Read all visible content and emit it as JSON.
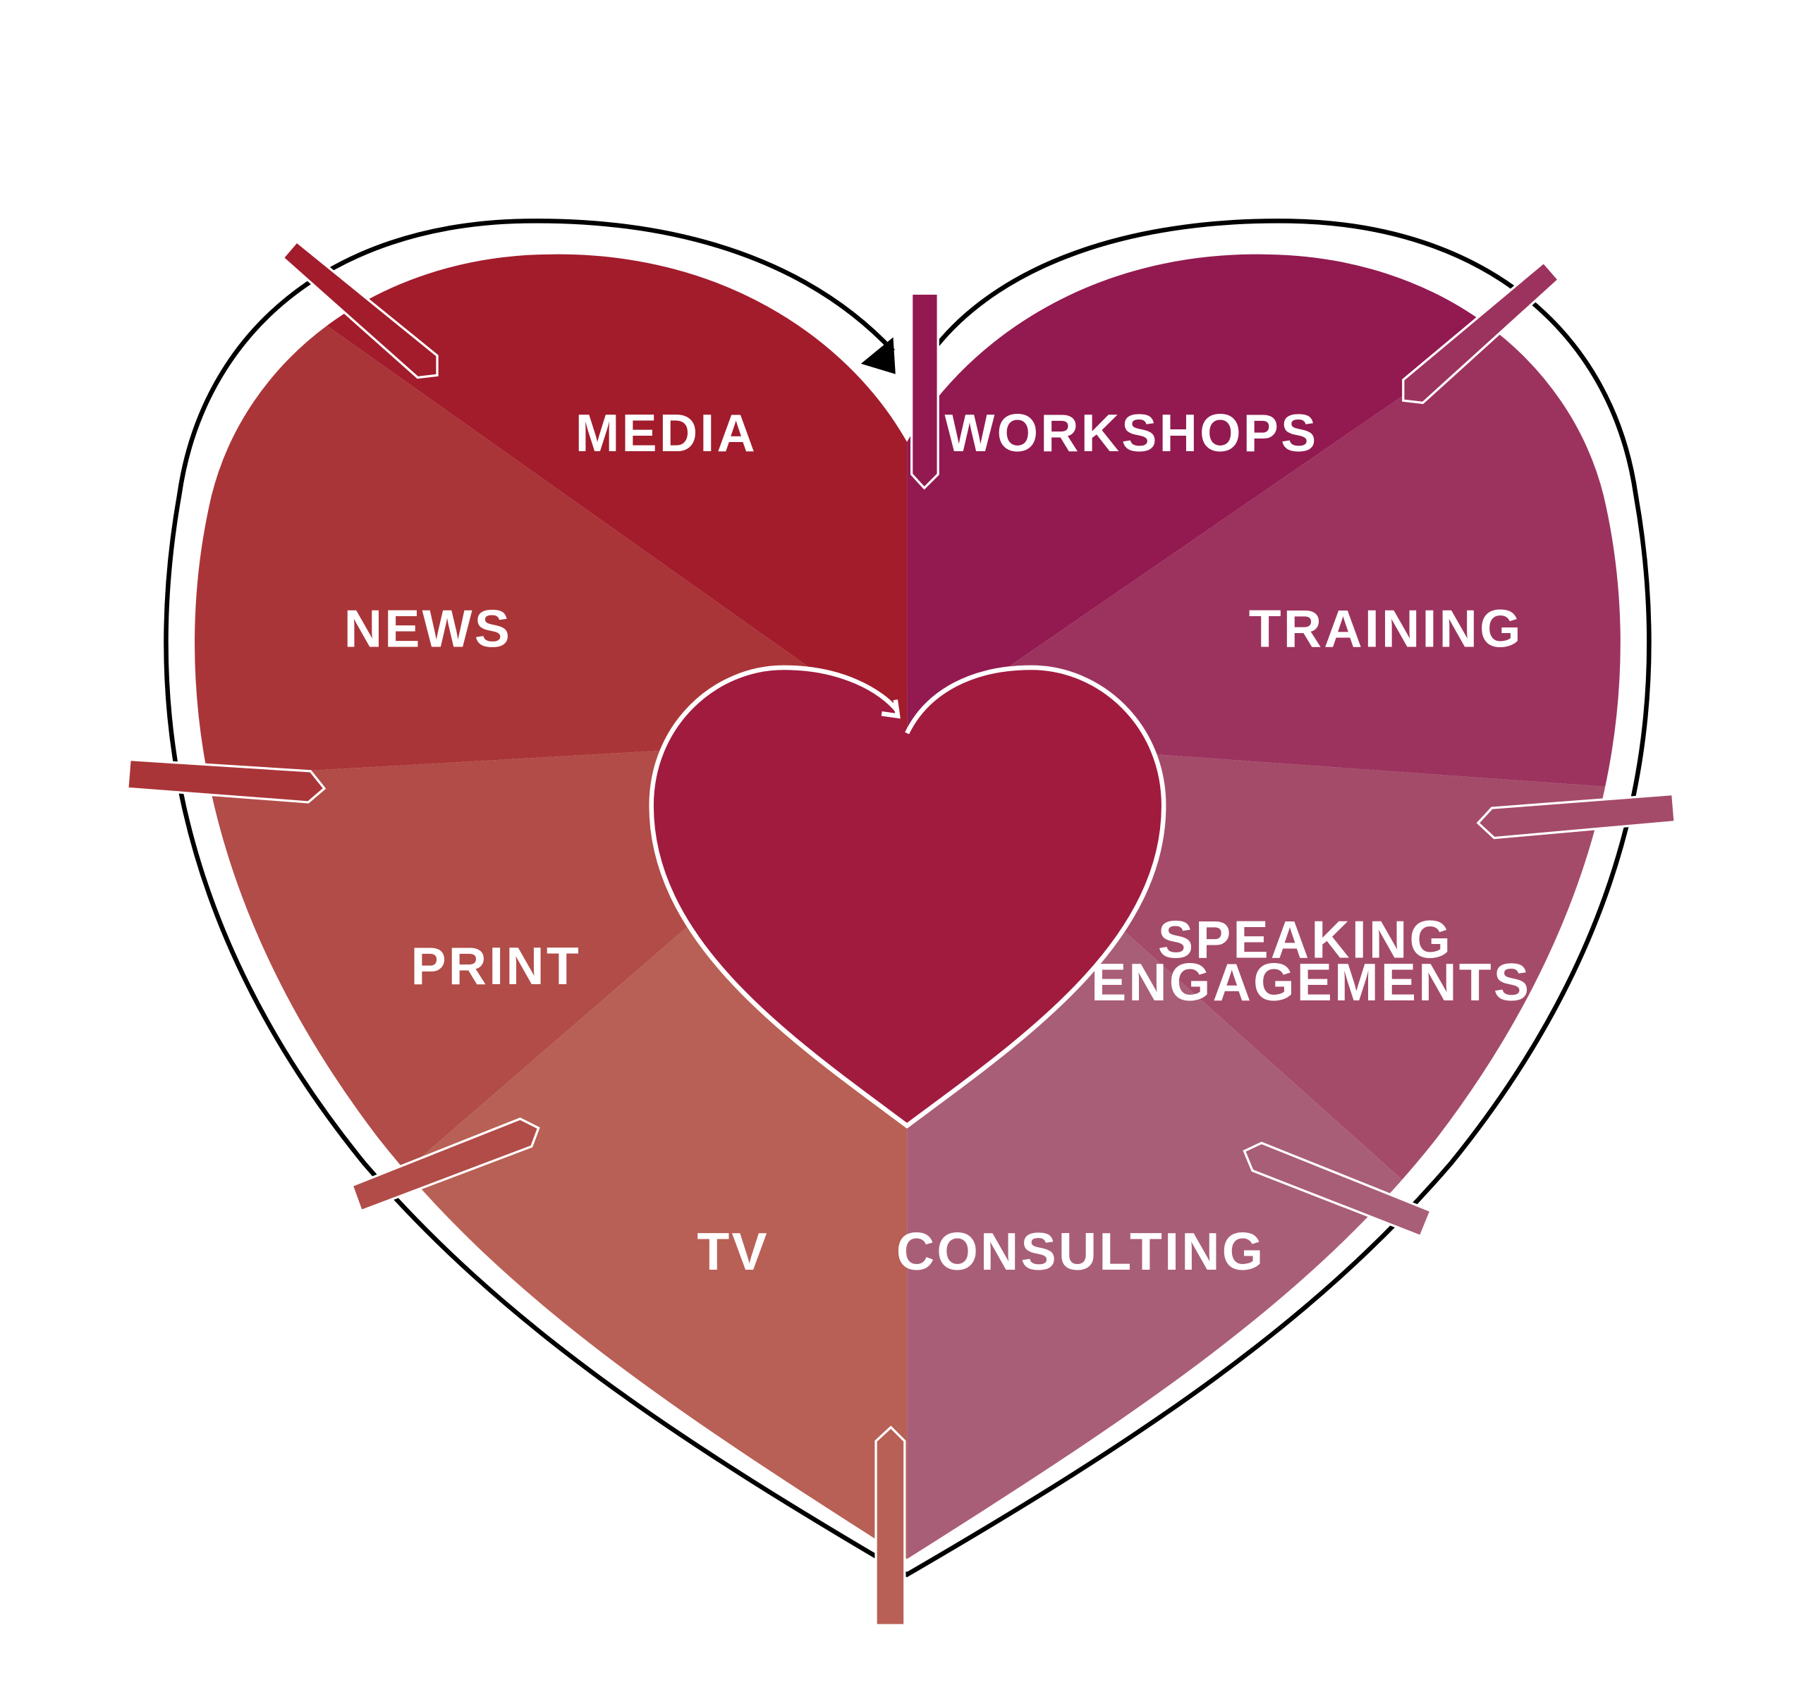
{
  "diagram": {
    "segments": [
      {
        "id": "media",
        "label": "MEDIA",
        "color": "#A21C2C"
      },
      {
        "id": "news",
        "label": "NEWS",
        "color": "#AA3538"
      },
      {
        "id": "print",
        "label": "PRINT",
        "color": "#B14C48"
      },
      {
        "id": "tv",
        "label": "TV",
        "color": "#B86055"
      },
      {
        "id": "workshops",
        "label": "WORKSHOPS",
        "color": "#921A50"
      },
      {
        "id": "training",
        "label": "TRAINING",
        "color": "#9C335E"
      },
      {
        "id": "speaking",
        "label_line1": "SPEAKING",
        "label_line2": "ENGAGEMENTS",
        "color": "#A44B69"
      },
      {
        "id": "consulting",
        "label": "CONSULTING",
        "color": "#A95E77"
      }
    ],
    "center_heart_color": "#A11B3F",
    "outline_color": "#000000"
  }
}
